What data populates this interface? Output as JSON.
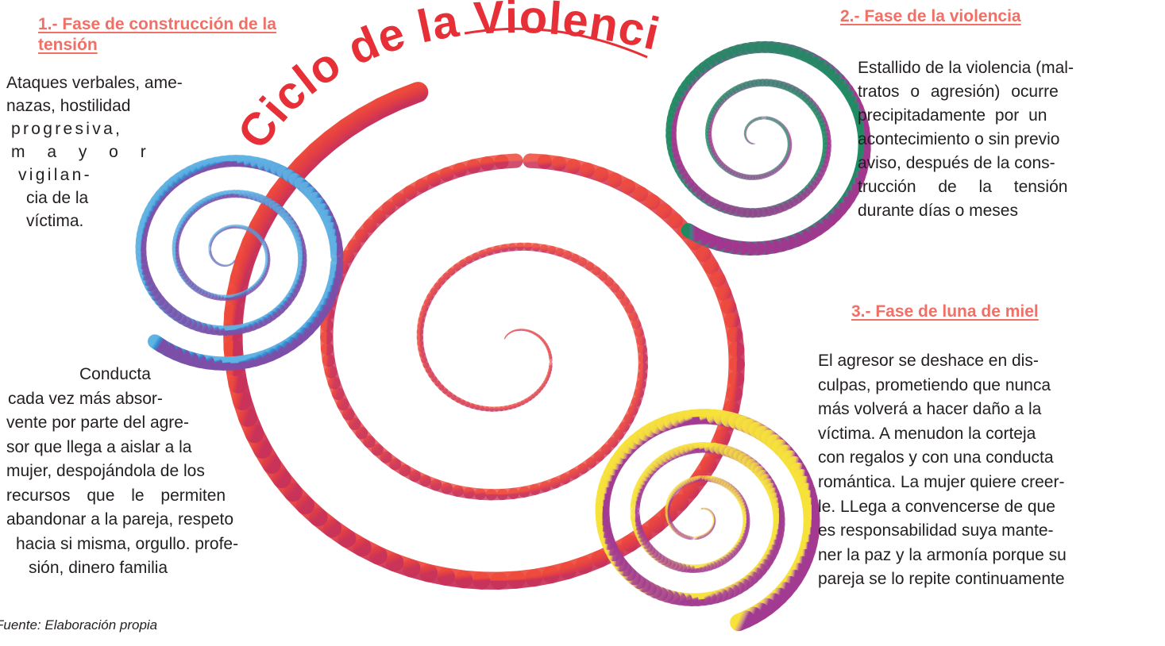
{
  "title": "Ciclo de la Violencia",
  "phases": [
    {
      "heading_lines": [
        "1.- Fase de construcción de la",
        "tensión"
      ],
      "description_top": [
        "Ataques verbales, ame-",
        "nazas, hostilidad",
        "progresiva,",
        "m a y o r",
        "vigilan-",
        "cia de la",
        "víctima."
      ],
      "description_bottom": [
        "Conducta",
        "cada vez más absor-",
        "vente por parte del agre-",
        "sor que llega a aislar a la",
        "mujer, despojándola de los",
        "recursos que le permiten",
        "abandonar a la pareja, respeto",
        "hacia si misma, orgullo. profe-",
        "sión, dinero familia"
      ]
    },
    {
      "heading": "2.- Fase de la violencia",
      "description": [
        "Estallido de la violencia (mal-",
        "tratos o agresión) ocurre",
        "precipitadamente por un",
        "acontecimiento o sin previo",
        "aviso, después de la cons-",
        "trucción de la tensión",
        "durante días o meses"
      ]
    },
    {
      "heading": "3.- Fase de luna de miel",
      "description": [
        "El agresor se deshace en dis-",
        "culpas, prometiendo que nunca",
        "más volverá a hacer daño a la",
        "víctima. A menudon la corteja",
        "con regalos y con una conducta",
        "romántica. La mujer quiere creer-",
        "le. LLega a convencerse de que",
        "es responsabilidad suya mante-",
        "ner la paz y la armonía porque su",
        "pareja se lo repite continuamente"
      ]
    }
  ],
  "source": "Fuente: Elaboración propia",
  "colors": {
    "title": "#e62f36",
    "heading": "#ef7066",
    "text": "#231f20",
    "main_spiral_outer": "#ee4a3c",
    "main_spiral_inner": "#c8325a",
    "spiral_phase1_blue": "#2d9ad6",
    "spiral_phase1_purple": "#7d4ea8",
    "spiral_phase2_green": "#2a8a6a",
    "spiral_phase2_purple": "#9b3a8e",
    "spiral_phase3_yellow": "#f4d83a",
    "spiral_phase3_tan": "#c99a77",
    "spiral_phase3_magenta": "#a23a92"
  }
}
